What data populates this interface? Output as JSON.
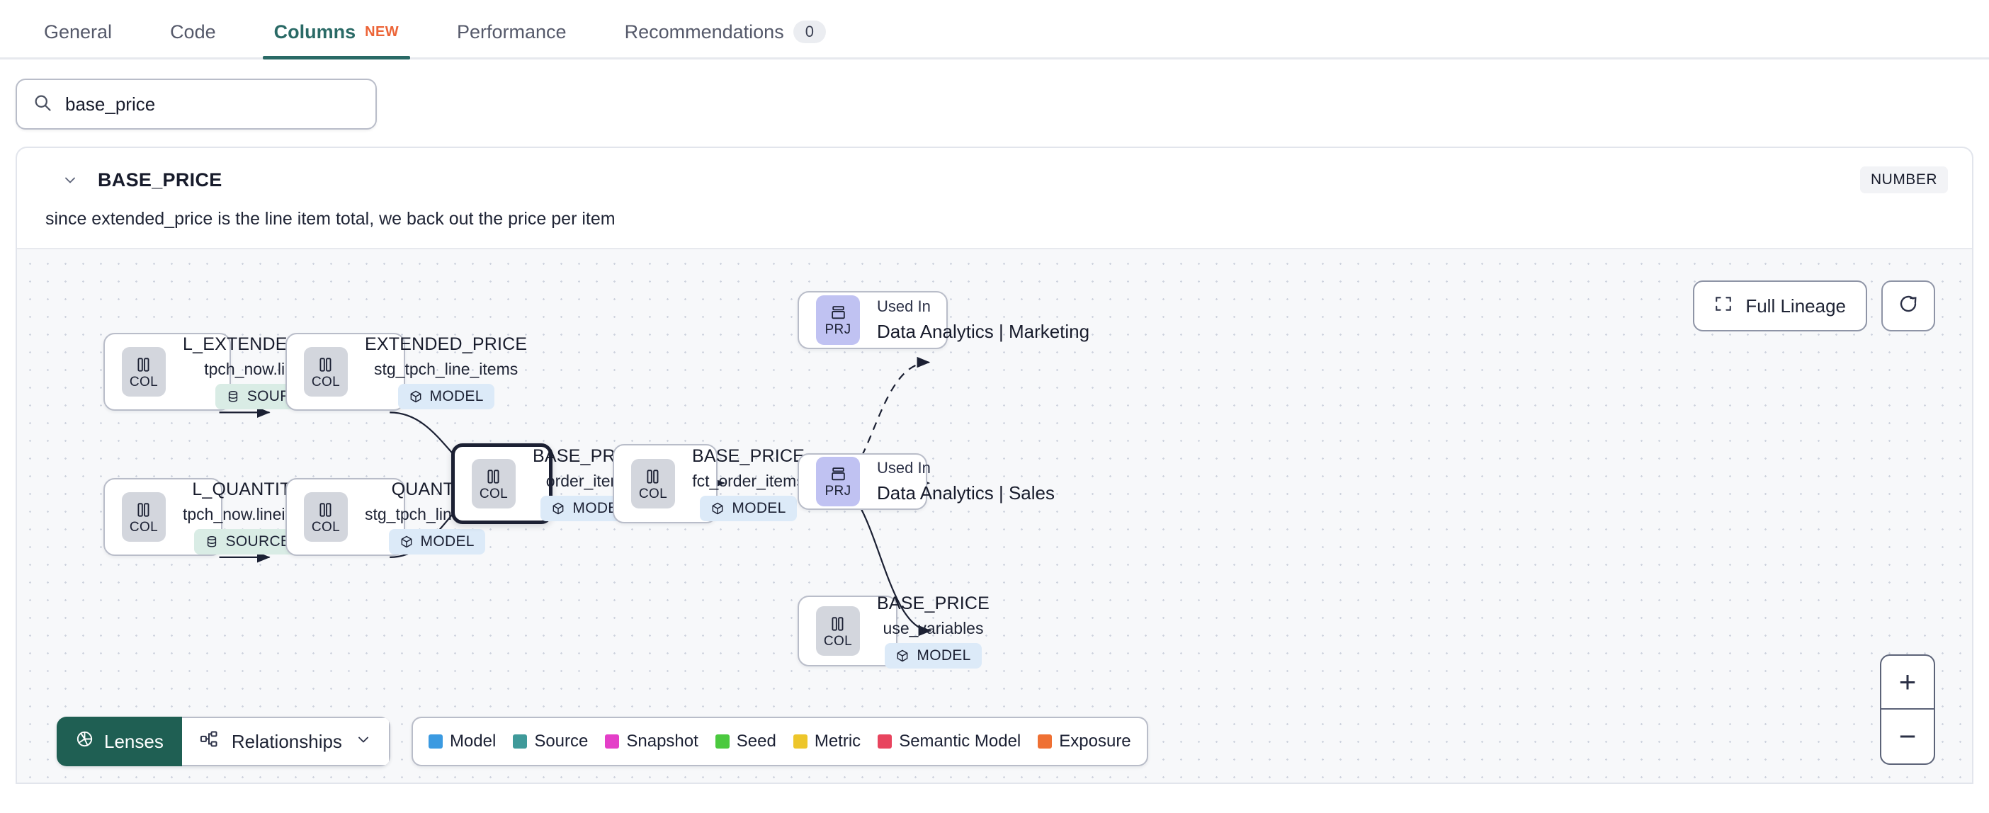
{
  "tabs": [
    {
      "label": "General",
      "active": false,
      "badge": null,
      "new": false
    },
    {
      "label": "Code",
      "active": false,
      "badge": null,
      "new": false
    },
    {
      "label": "Columns",
      "active": true,
      "badge": null,
      "new": true,
      "new_label": "NEW"
    },
    {
      "label": "Performance",
      "active": false,
      "badge": null,
      "new": false
    },
    {
      "label": "Recommendations",
      "active": false,
      "badge": "0",
      "new": false
    }
  ],
  "search": {
    "value": "base_price",
    "placeholder": "",
    "icon": "search-icon"
  },
  "column": {
    "name": "BASE_PRICE",
    "type_badge": "NUMBER",
    "description": "since extended_price is the line item total, we back out the price per item",
    "expanded": true
  },
  "canvas": {
    "full_lineage_label": "Full Lineage",
    "refresh_icon": "refresh-icon",
    "expand_icon": "expand-icon",
    "zoom_in": "+",
    "zoom_out": "−"
  },
  "toolbar": {
    "lenses_label": "Lenses",
    "lenses_icon": "aperture-icon",
    "relationships_label": "Relationships",
    "relationships_icon": "relationships-icon",
    "chevron_icon": "chevron-down-icon"
  },
  "legend": [
    {
      "label": "Model",
      "color": "#3b9ae1"
    },
    {
      "label": "Source",
      "color": "#3f9a9a"
    },
    {
      "label": "Snapshot",
      "color": "#e43fc8"
    },
    {
      "label": "Seed",
      "color": "#4bc93f"
    },
    {
      "label": "Metric",
      "color": "#edc62b"
    },
    {
      "label": "Semantic Model",
      "color": "#e8445e"
    },
    {
      "label": "Exposure",
      "color": "#ef7033"
    }
  ],
  "graph": {
    "nodes": [
      {
        "id": "l_extendedprice",
        "kind": "COL",
        "title": "L_EXTENDEDPRICE",
        "subtitle": "tpch_now.lineitem",
        "badge": "SOURCE",
        "badge_type": "source",
        "selected": false,
        "layout": "center"
      },
      {
        "id": "l_quantity",
        "kind": "COL",
        "title": "L_QUANTITY",
        "subtitle": "tpch_now.lineitem",
        "badge": "SOURCE",
        "badge_type": "source",
        "selected": false,
        "layout": "center"
      },
      {
        "id": "extended_price",
        "kind": "COL",
        "title": "EXTENDED_PRICE",
        "subtitle": "stg_tpch_line_items",
        "badge": "MODEL",
        "badge_type": "model",
        "selected": false,
        "layout": "center"
      },
      {
        "id": "quantity",
        "kind": "COL",
        "title": "QUANTITY",
        "subtitle": "stg_tpch_line_items",
        "badge": "MODEL",
        "badge_type": "model",
        "selected": false,
        "layout": "center"
      },
      {
        "id": "base_price_oi",
        "kind": "COL",
        "title": "BASE_PRICE",
        "subtitle": "order_items",
        "badge": "MODEL",
        "badge_type": "model",
        "selected": true,
        "layout": "center"
      },
      {
        "id": "base_price_fct",
        "kind": "COL",
        "title": "BASE_PRICE",
        "subtitle": "fct_order_items",
        "badge": "MODEL",
        "badge_type": "model",
        "selected": false,
        "layout": "center"
      },
      {
        "id": "base_price_uv",
        "kind": "COL",
        "title": "BASE_PRICE",
        "subtitle": "use_variables",
        "badge": "MODEL",
        "badge_type": "model",
        "selected": false,
        "layout": "center"
      }
    ],
    "project_nodes": [
      {
        "id": "prj_marketing",
        "kind": "PRJ",
        "used_in": "Used In",
        "name": "Data Analytics | Marketing"
      },
      {
        "id": "prj_sales",
        "kind": "PRJ",
        "used_in": "Used In",
        "name": "Data Analytics | Sales"
      }
    ]
  }
}
